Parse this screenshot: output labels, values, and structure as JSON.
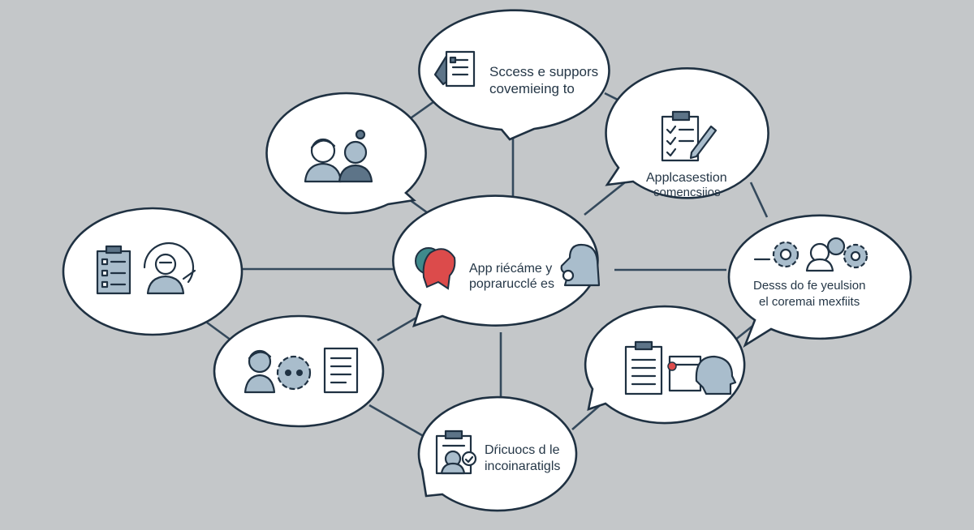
{
  "diagram": {
    "center": {
      "line1": "App riécáme y",
      "line2": "poprarucclé es",
      "colors": {
        "teal": "#3f8a8c",
        "red": "#dc4b4b"
      }
    },
    "nodes": [
      {
        "id": "top",
        "line1": "Sccess e suppors",
        "line2": "covemieing to",
        "icon": "document-checklist-icon"
      },
      {
        "id": "upper-left",
        "line1": "",
        "line2": "",
        "icon": "two-people-icon"
      },
      {
        "id": "upper-right",
        "line1": "Applcasestion",
        "line2": "comencsiios",
        "icon": "clipboard-pencil-icon"
      },
      {
        "id": "left",
        "line1": "",
        "line2": "",
        "icon": "form-and-person-icon"
      },
      {
        "id": "right",
        "line1": "Desss do fe yeulsion",
        "line2": "el coremai mexfiits",
        "icon": "gears-and-people-icon"
      },
      {
        "id": "lower-left",
        "line1": "",
        "line2": "",
        "icon": "person-gear-document-icon"
      },
      {
        "id": "lower-right",
        "line1": "",
        "line2": "",
        "icon": "clipboard-calendar-head-icon"
      },
      {
        "id": "bottom",
        "line1": "Dŕicuocs d le",
        "line2": "incoinaratigls",
        "icon": "id-card-icon"
      }
    ]
  }
}
